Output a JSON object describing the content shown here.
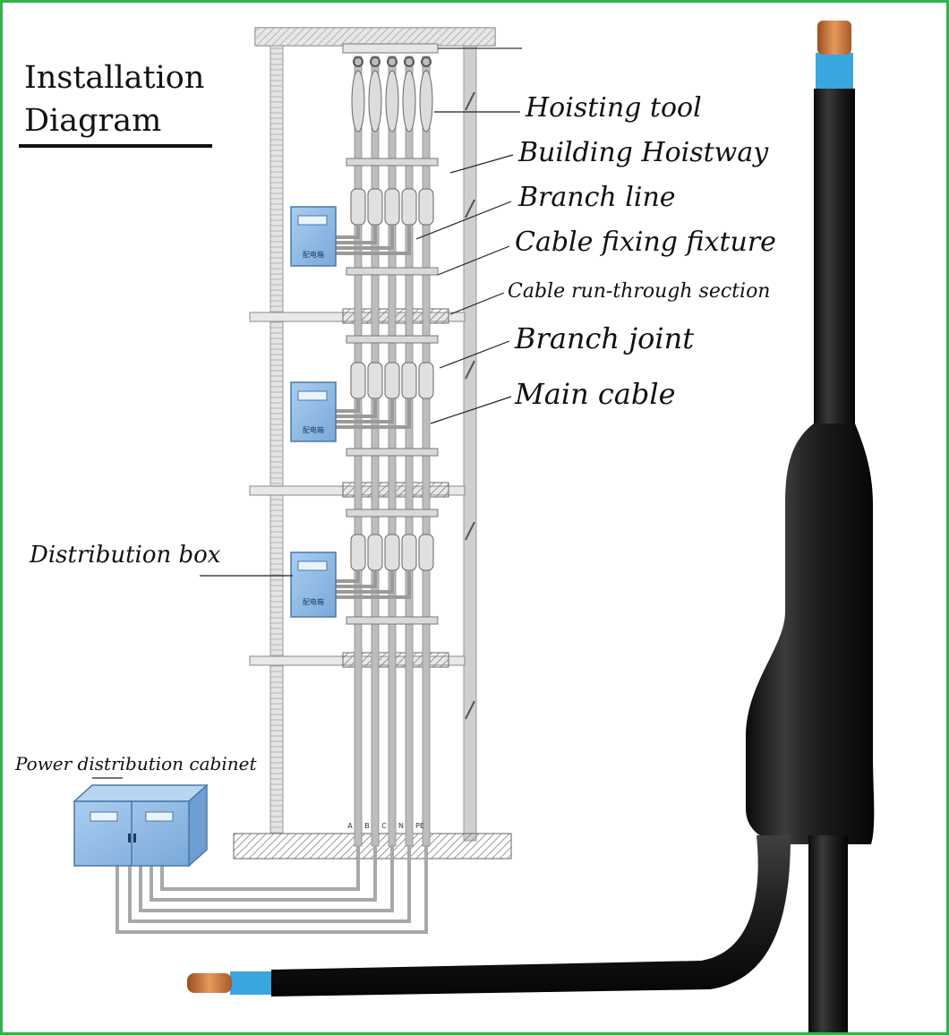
{
  "title": {
    "line1": "Installation",
    "line2": "Diagram"
  },
  "labels": {
    "hoisting_tool": "Hoisting tool",
    "building_hoistway": "Building Hoistway",
    "branch_line": "Branch line",
    "cable_fixing_fixture": "Cable fixing fixture",
    "cable_run_through": "Cable run-through section",
    "branch_joint": "Branch joint",
    "main_cable": "Main cable",
    "distribution_box": "Distribution box",
    "power_cabinet": "Power distribution cabinet"
  },
  "box_text": "配电箱",
  "phase_labels": [
    "A",
    "B",
    "C",
    "N",
    "PE"
  ],
  "colors": {
    "frame": "#2fb34a",
    "box_blue": "#8bb8e6",
    "cable_black": "#1c1c1c",
    "copper": "#c8743a",
    "insulation_blue": "#3aa6e0"
  }
}
